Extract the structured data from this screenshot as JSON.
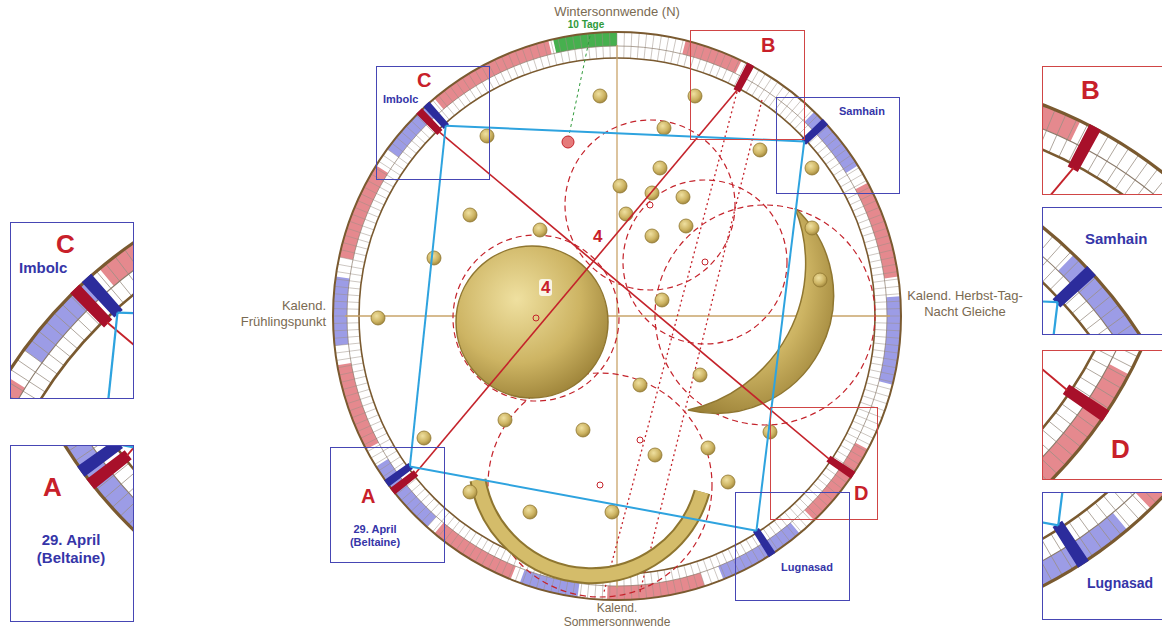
{
  "diagram": {
    "nodes": [
      {
        "text": [
          "C",
          "Imbolc"
        ]
      },
      {
        "text": [
          "B"
        ]
      },
      {
        "text": [
          "Samhain"
        ]
      },
      {
        "text": [
          "A",
          "29. April (Beltaine)"
        ]
      },
      {
        "text": [
          "D"
        ]
      },
      {
        "text": [
          "Lugnasad"
        ]
      },
      {
        "text": [
          "C",
          "Imbolc"
        ]
      },
      {
        "text": [
          "A",
          "29. April (Beltaine)"
        ]
      },
      {
        "text": [
          "B"
        ]
      },
      {
        "text": [
          "Samhain"
        ]
      },
      {
        "text": [
          "D"
        ]
      },
      {
        "text": [
          "Lugnasad"
        ]
      }
    ],
    "edges": [
      {
        "from": 3,
        "to": 1,
        "arrow": "none"
      },
      {
        "from": 0,
        "to": 4,
        "arrow": "none"
      },
      {
        "from": 0,
        "to": 2,
        "arrow": "none"
      },
      {
        "from": 2,
        "to": 5,
        "arrow": "none"
      },
      {
        "from": 5,
        "to": 3,
        "arrow": "none"
      },
      {
        "from": 3,
        "to": 0,
        "arrow": "none"
      }
    ],
    "labels": [
      "Wintersonnwende (N)",
      "10 Tage",
      "4",
      "4",
      "Kalend. Frühlingspunkt",
      "Kalend. Herbst-Tag-Nacht Gleiche",
      "Kalend. Sommersonnwende"
    ]
  }
}
